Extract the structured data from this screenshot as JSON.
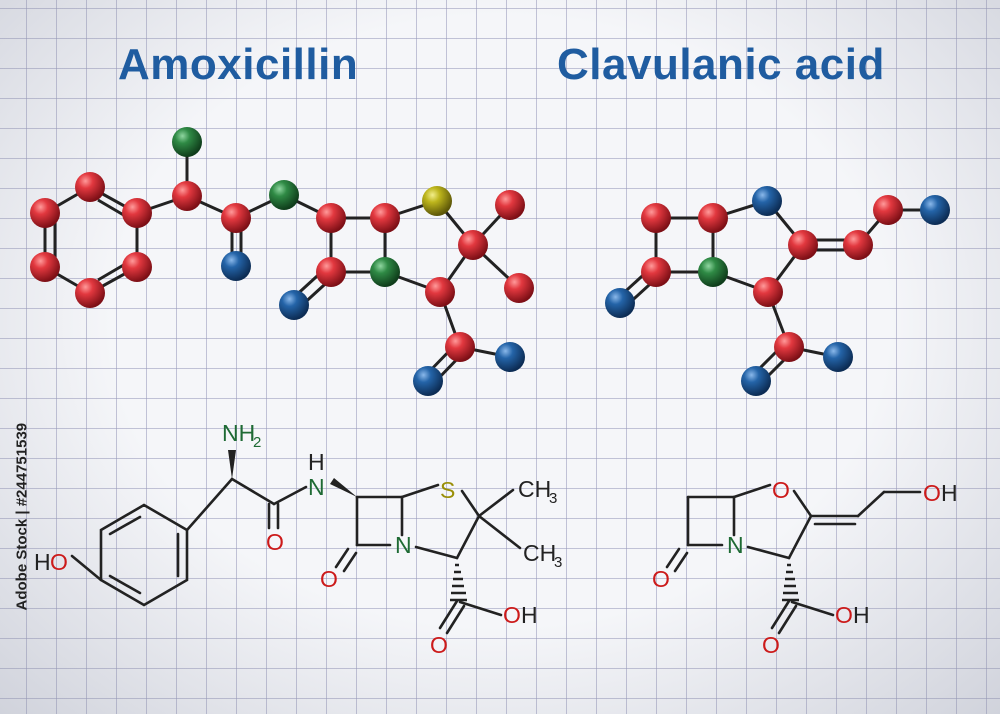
{
  "titles": {
    "left": "Amoxicillin",
    "right": "Clavulanic acid"
  },
  "watermark": {
    "id_text": "Adobe Stock | #244751539"
  },
  "colors": {
    "title": "#1f5ca0",
    "carbon": "#d12b34",
    "oxygen": "#1e5c96",
    "nitrogen": "#2c7a3f",
    "sulfur": "#b0aa17",
    "bond": "#222222"
  },
  "amox": {
    "nh2_n": "NH",
    "nh2_sub": "2",
    "nh": "N",
    "h": "H",
    "s": "S",
    "ch3_top": "CH",
    "ch3_top_sub": "3",
    "ch3_bot": "CH",
    "ch3_bot_sub": "3",
    "n": "N",
    "o_amide": "O",
    "o_lactam": "O",
    "ho_h": "H",
    "ho_o": "O",
    "oh_o": "O",
    "oh_h": "H",
    "o_acid": "O"
  },
  "clav": {
    "o_ring": "O",
    "oh_o": "O",
    "oh_h": "H",
    "n": "N",
    "o_lactam": "O",
    "cooh_o": "O",
    "cooh_h": "H",
    "o_acid": "O"
  }
}
